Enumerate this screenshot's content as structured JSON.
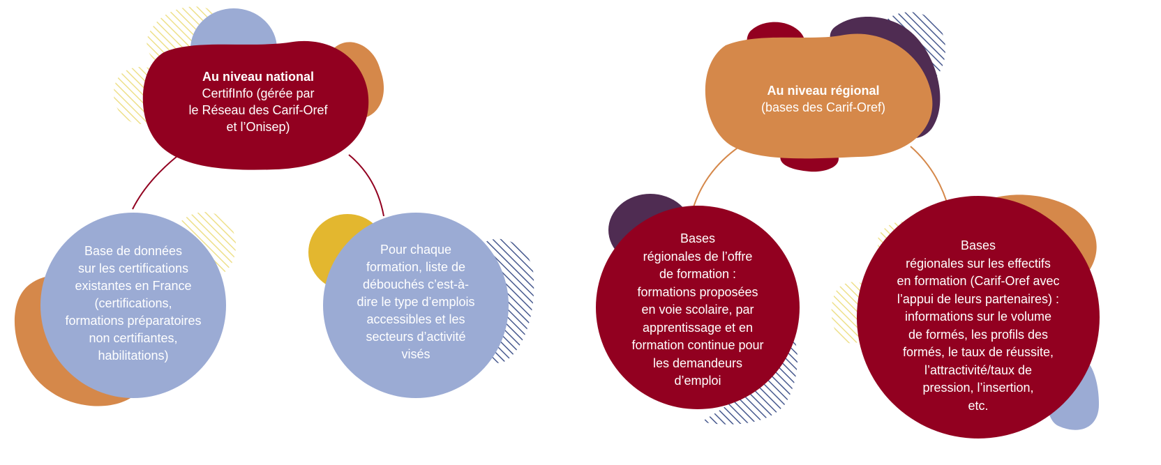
{
  "colors": {
    "burgundy": "#920020",
    "periwinkle": "#9BABD4",
    "orange": "#D5884A",
    "plum": "#4F2C52",
    "mustard": "#E3B72F",
    "navy_hatch": "#47598E",
    "yellow_hatch": "#EEE08A",
    "text_light": "#ffffff"
  },
  "national": {
    "title": "Au niveau national",
    "lines": [
      "CertifInfo (gérée par",
      "le Réseau des Carif-Oref",
      "et l’Onisep)"
    ]
  },
  "national_left": {
    "lines": [
      "Base de données",
      "sur les certifications",
      "existantes en France",
      "(certifications,",
      "formations préparatoires",
      "non certifiantes,",
      "habilitations)"
    ]
  },
  "national_right": {
    "lines": [
      "Pour chaque",
      "formation, liste de",
      "débouchés c’est-à-",
      "dire le type d’emplois",
      "accessibles et les",
      "secteurs d’activité",
      "visés"
    ]
  },
  "regional": {
    "title": "Au niveau régional",
    "lines": [
      "(bases des Carif-Oref)"
    ]
  },
  "regional_left": {
    "lines": [
      "Bases",
      "régionales de l’offre",
      "de formation :",
      "formations proposées",
      "en voie scolaire, par",
      "apprentissage et en",
      "formation continue pour",
      "les demandeurs",
      "d’emploi"
    ]
  },
  "regional_right": {
    "lines": [
      "Bases",
      "régionales sur les effectifs",
      "en formation (Carif-Oref avec",
      "l’appui de leurs partenaires) :",
      "informations sur le volume",
      "de formés, les profils des",
      "formés, le taux de réussite,",
      "l’attractivité/taux de",
      "pression, l’insertion,",
      "etc."
    ]
  }
}
